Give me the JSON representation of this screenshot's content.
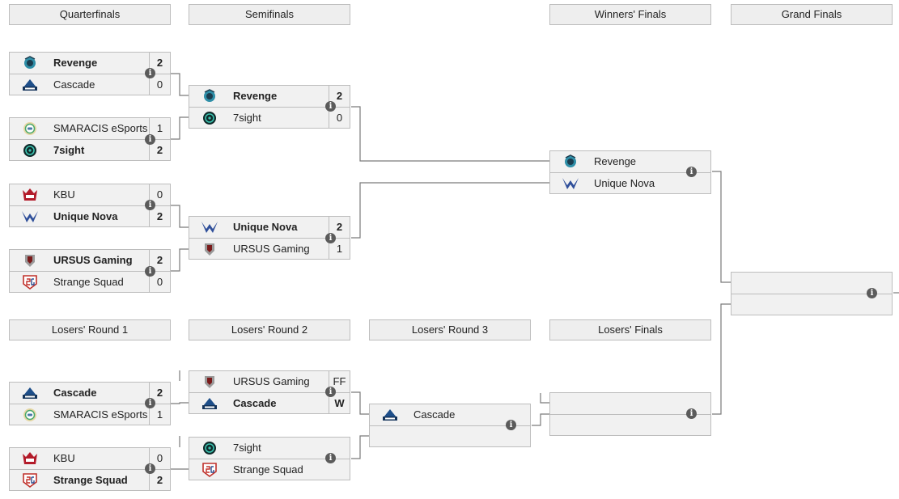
{
  "headers": {
    "quarterfinals": "Quarterfinals",
    "semifinals": "Semifinals",
    "winners_finals": "Winners' Finals",
    "grand_finals": "Grand Finals",
    "losers_r1": "Losers' Round 1",
    "losers_r2": "Losers' Round 2",
    "losers_r3": "Losers' Round 3",
    "losers_finals": "Losers' Finals"
  },
  "colors": {
    "header_bg": "#eeeeee",
    "box_bg": "#f1f1f1",
    "border": "#bdbdbd",
    "connector": "#7a7a7a"
  },
  "matches": {
    "qf1": {
      "t0": {
        "name": "Revenge",
        "score": "2",
        "logo": "revenge-logo"
      },
      "t1": {
        "name": "Cascade",
        "score": "0",
        "logo": "cascade-logo"
      }
    },
    "qf2": {
      "t0": {
        "name": "SMARACIS eSports",
        "score": "1",
        "logo": "smaracis-logo"
      },
      "t1": {
        "name": "7sight",
        "score": "2",
        "logo": "7sight-logo"
      }
    },
    "qf3": {
      "t0": {
        "name": "KBU",
        "score": "0",
        "logo": "kbu-logo"
      },
      "t1": {
        "name": "Unique Nova",
        "score": "2",
        "logo": "unique-nova-logo"
      }
    },
    "qf4": {
      "t0": {
        "name": "URSUS Gaming",
        "score": "2",
        "logo": "ursus-logo"
      },
      "t1": {
        "name": "Strange Squad",
        "score": "0",
        "logo": "strange-squad-logo"
      }
    },
    "sf1": {
      "t0": {
        "name": "Revenge",
        "score": "2",
        "logo": "revenge-logo"
      },
      "t1": {
        "name": "7sight",
        "score": "0",
        "logo": "7sight-logo"
      }
    },
    "sf2": {
      "t0": {
        "name": "Unique Nova",
        "score": "2",
        "logo": "unique-nova-logo"
      },
      "t1": {
        "name": "URSUS Gaming",
        "score": "1",
        "logo": "ursus-logo"
      }
    },
    "wf": {
      "t0": {
        "name": "Revenge",
        "logo": "revenge-logo"
      },
      "t1": {
        "name": "Unique Nova",
        "logo": "unique-nova-logo"
      }
    },
    "gf": {
      "t0": {
        "name": ""
      },
      "t1": {
        "name": ""
      }
    },
    "lr1a": {
      "t0": {
        "name": "Cascade",
        "score": "2",
        "logo": "cascade-logo"
      },
      "t1": {
        "name": "SMARACIS eSports",
        "score": "1",
        "logo": "smaracis-logo"
      }
    },
    "lr1b": {
      "t0": {
        "name": "KBU",
        "score": "0",
        "logo": "kbu-logo"
      },
      "t1": {
        "name": "Strange Squad",
        "score": "2",
        "logo": "strange-squad-logo"
      }
    },
    "lr2a": {
      "t0": {
        "name": "URSUS Gaming",
        "score": "FF",
        "logo": "ursus-logo"
      },
      "t1": {
        "name": "Cascade",
        "score": "W",
        "logo": "cascade-logo"
      }
    },
    "lr2b": {
      "t0": {
        "name": "7sight",
        "logo": "7sight-logo"
      },
      "t1": {
        "name": "Strange Squad",
        "logo": "strange-squad-logo"
      }
    },
    "lr3": {
      "t0": {
        "name": "Cascade",
        "logo": "cascade-logo"
      },
      "t1": {
        "name": ""
      }
    },
    "lf": {
      "t0": {
        "name": ""
      },
      "t1": {
        "name": ""
      }
    }
  },
  "info_icon": "i"
}
